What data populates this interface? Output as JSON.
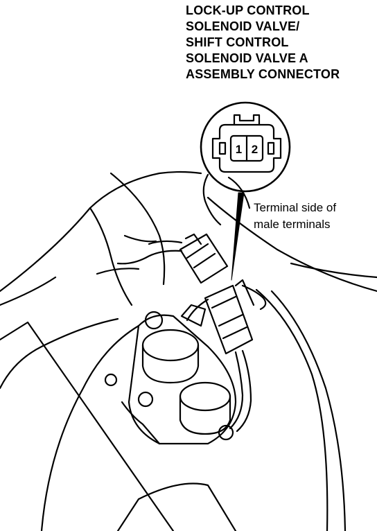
{
  "connector_label": {
    "lines": [
      "LOCK-UP CONTROL",
      "SOLENOID VALVE/",
      "SHIFT CONTROL",
      "SOLENOID VALVE A",
      "ASSEMBLY CONNECTOR"
    ]
  },
  "terminal_note": {
    "lines": [
      "Terminal side of",
      "male terminals"
    ]
  },
  "connector_pins": [
    "1",
    "2"
  ]
}
